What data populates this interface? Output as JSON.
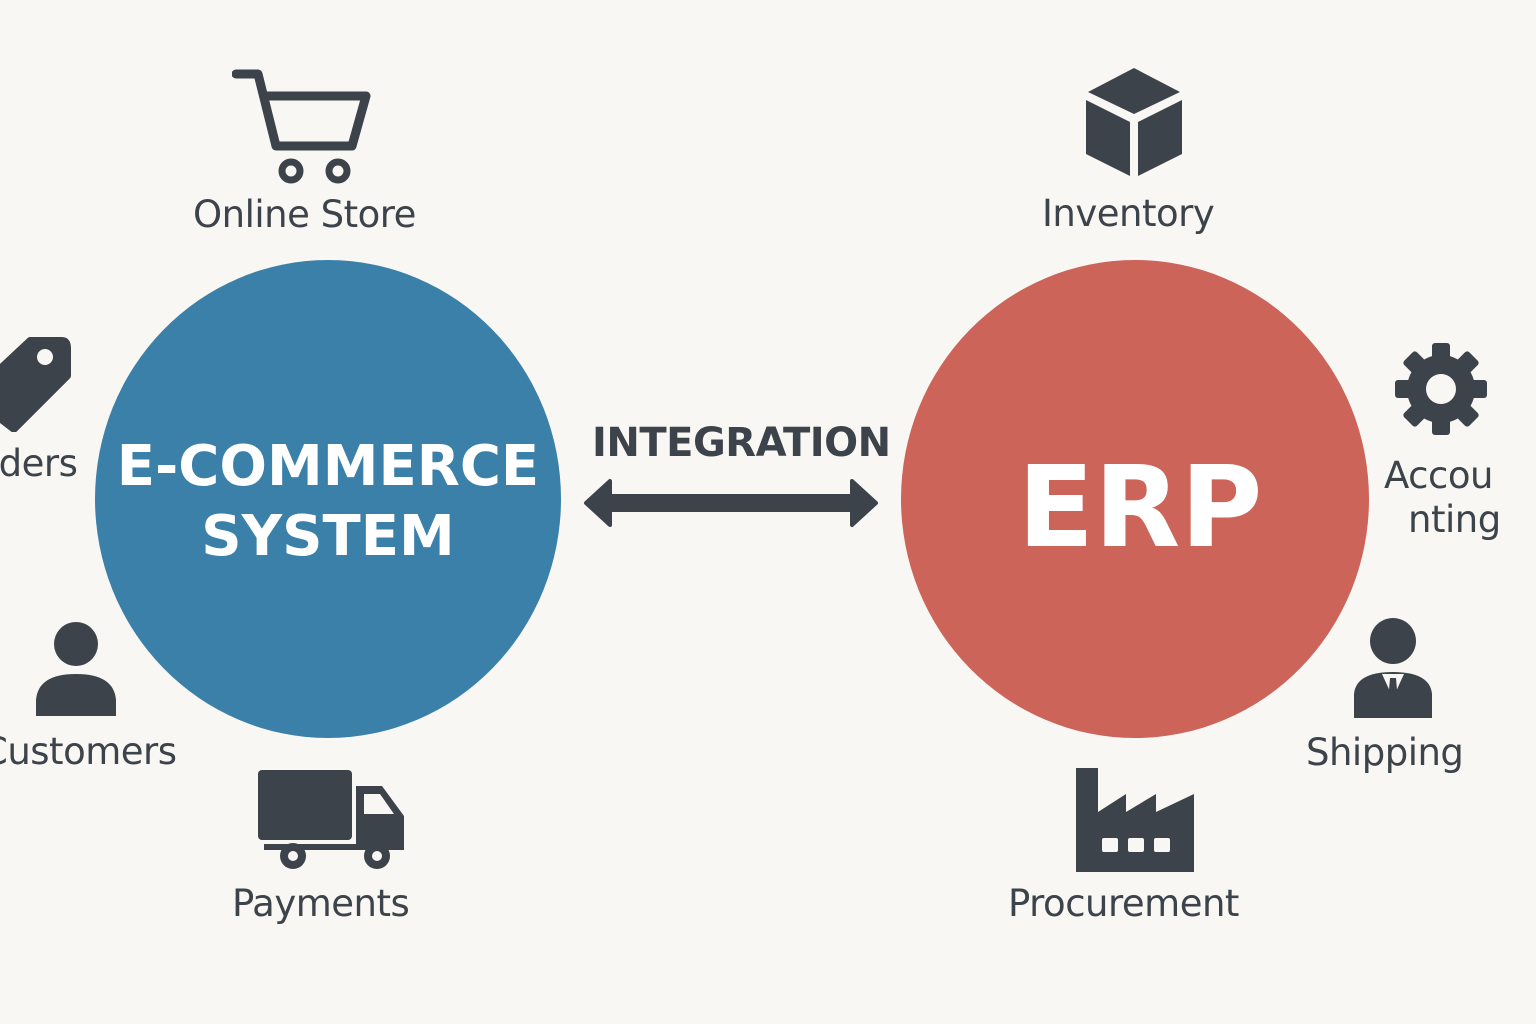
{
  "ecommerce": {
    "title_line1": "E-COMMERCE",
    "title_line2": "SYSTEM",
    "color": "#3b80a8",
    "nodes": {
      "online_store": "Online Store",
      "orders": "Orders",
      "customers": "Customers",
      "payments": "Payments"
    }
  },
  "erp": {
    "title": "ERP",
    "color": "#cc645a",
    "nodes": {
      "inventory": "Inventory",
      "accounting_line1": "Accou",
      "accounting_line2": "nting",
      "shipping": "Shipping",
      "procurement": "Procurement"
    }
  },
  "integration": {
    "label": "INTEGRATION"
  }
}
